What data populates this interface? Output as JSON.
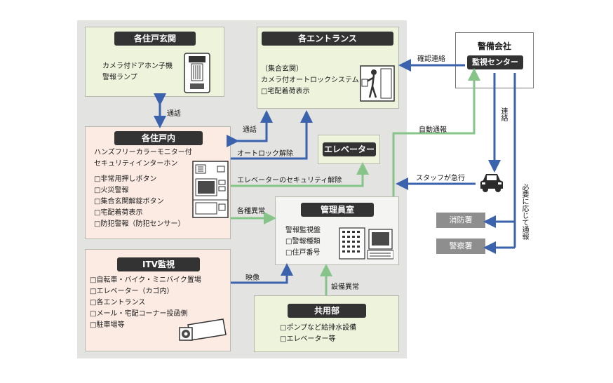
{
  "boxes": {
    "entrance_home": {
      "title": "各住戸玄関",
      "lines": [
        "カメラ付ドアホン子機",
        "警報ランプ"
      ]
    },
    "entrances": {
      "title": "各エントランス",
      "lines": [
        "（集合玄関）",
        "カメラ付オートロックシステム",
        "□宅配着荷表示"
      ]
    },
    "indoor": {
      "title": "各住戸内",
      "lines": [
        "ハンズフリーカラーモニター付",
        "セキュリティインターホン",
        "□非常用押しボタン",
        "□火災警報",
        "□集合玄関解錠ボタン",
        "□宅配着荷表示",
        "□防犯警報（防犯センサー）"
      ]
    },
    "elevator": {
      "title": "エレベーター"
    },
    "manager": {
      "title": "管理員室",
      "lines": [
        "警報監視盤",
        "□警報種類",
        "□住戸番号"
      ]
    },
    "itv": {
      "title": "ITV監視",
      "lines": [
        "□自転車・バイク・ミニバイク置場",
        "□エレベーター（カゴ内）",
        "□各エントランス",
        "□メール・宅配コーナー投函側",
        "□駐車場等"
      ]
    },
    "common": {
      "title": "共用部",
      "lines": [
        "□ポンプなど給排水設備",
        "□エレベーター等"
      ]
    },
    "security": {
      "company": "警備会社",
      "center": "監視センター"
    },
    "fire": "消防署",
    "police": "警察署"
  },
  "labels": {
    "call1": "通話",
    "call2": "通話",
    "autolock": "オートロック解除",
    "elevator_release": "エレベーターのセキュリティ解除",
    "alarms": "各種異常",
    "video": "映像",
    "equipment": "設備異常",
    "auto_report": "自動通報",
    "confirm": "確認連絡",
    "contact": "連絡",
    "staff": "スタッフが急行",
    "notify": "必要に応じて通報"
  },
  "colors": {
    "blue": "#3a62ad",
    "green": "#86c489"
  },
  "icons": [
    "doorphone-icon",
    "autolock-terminal-icon",
    "intercom-monitor-icon",
    "alarm-panel-icon",
    "security-camera-icon",
    "car-icon"
  ]
}
